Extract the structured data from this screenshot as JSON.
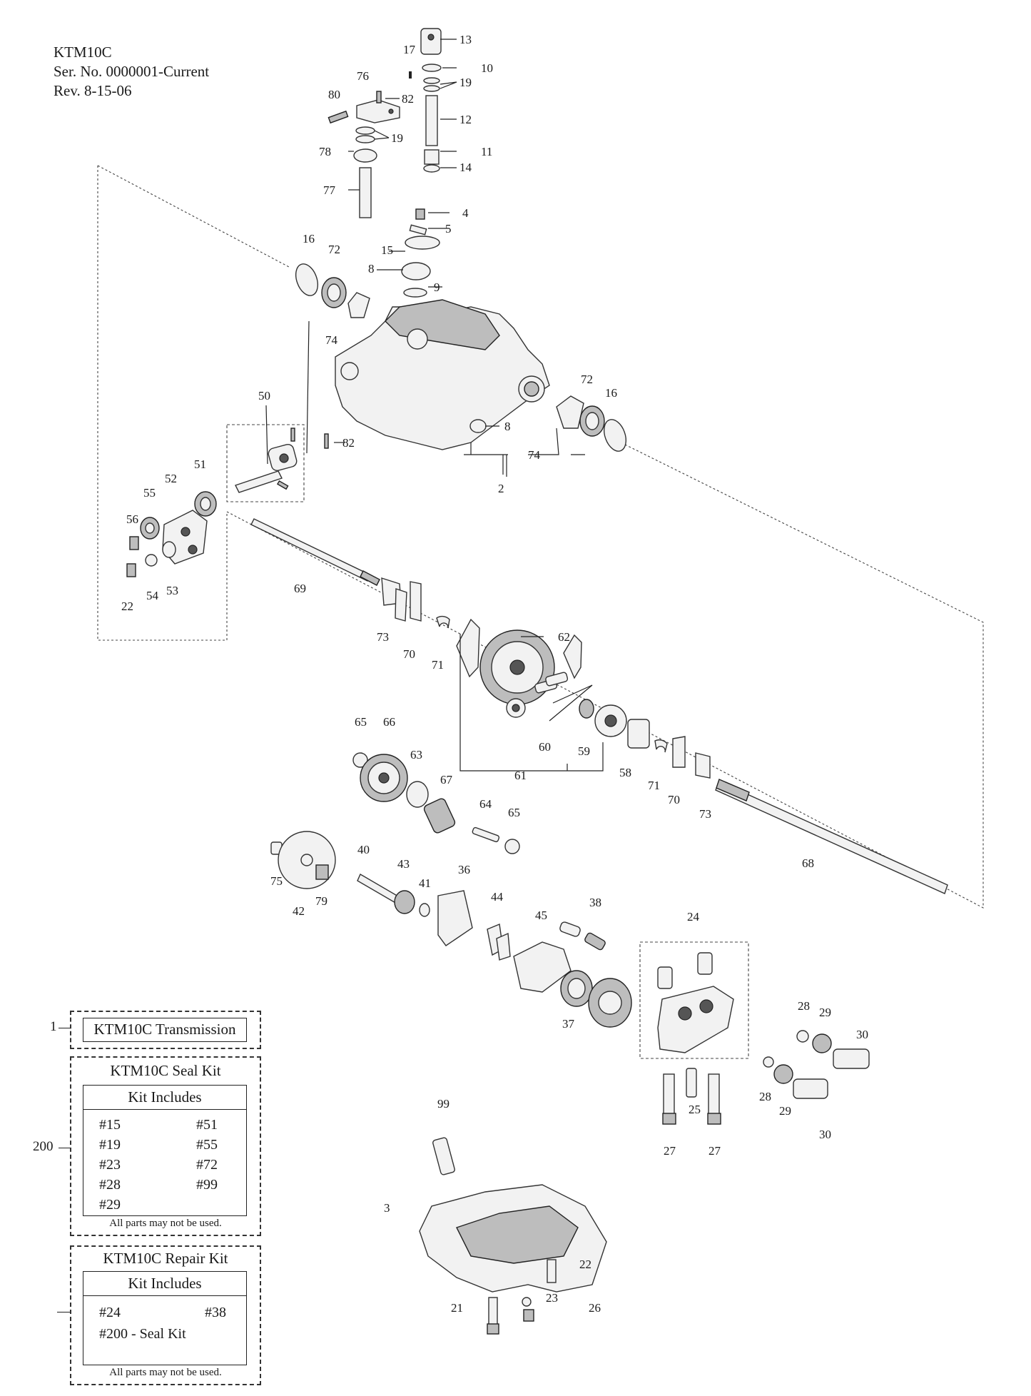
{
  "header": {
    "model": "KTM10C",
    "serial": "Ser. No. 0000001-Current",
    "revision": "Rev. 8-15-06"
  },
  "callouts": [
    "13",
    "17",
    "10",
    "19",
    "76",
    "82",
    "80",
    "12",
    "19",
    "78",
    "11",
    "14",
    "77",
    "4",
    "5",
    "15",
    "16",
    "72",
    "8",
    "9",
    "74",
    "72",
    "16",
    "8",
    "74",
    "2",
    "50",
    "82",
    "51",
    "52",
    "55",
    "56",
    "53",
    "54",
    "22",
    "69",
    "73",
    "70",
    "71",
    "62",
    "60",
    "59",
    "58",
    "61",
    "71",
    "70",
    "73",
    "65",
    "66",
    "63",
    "67",
    "64",
    "65",
    "68",
    "40",
    "43",
    "41",
    "36",
    "44",
    "38",
    "45",
    "24",
    "75",
    "42",
    "79",
    "37",
    "28",
    "29",
    "30",
    "28",
    "29",
    "30",
    "25",
    "27",
    "27",
    "99",
    "3",
    "22",
    "21",
    "23",
    "26"
  ],
  "kits": {
    "transmission": {
      "number": "1",
      "title": "KTM10C Transmission"
    },
    "seal_kit": {
      "number": "200",
      "title": "KTM10C Seal Kit",
      "subtitle": "Kit Includes",
      "items_left": [
        "#15",
        "#19",
        "#23",
        "#28",
        "#29"
      ],
      "items_right": [
        "#51",
        "#55",
        "#72",
        "#99"
      ],
      "note": "All parts may not be used."
    },
    "repair_kit": {
      "title": "KTM10C Repair Kit",
      "subtitle": "Kit Includes",
      "items": [
        "#24",
        "#38",
        "#200 - Seal Kit"
      ],
      "note": "All parts may not be used."
    }
  }
}
